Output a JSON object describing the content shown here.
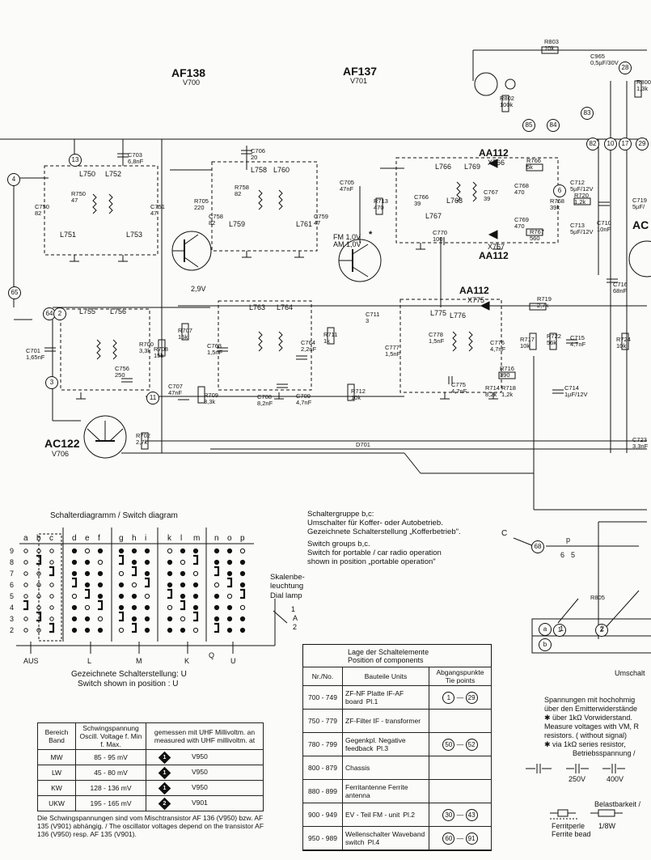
{
  "transistors": [
    {
      "type": "AF138",
      "ref": "V700"
    },
    {
      "type": "AF137",
      "ref": "V701"
    },
    {
      "type": "AC122",
      "ref": "V706"
    },
    {
      "type": "AC"
    }
  ],
  "transistor_notes": {
    "v700_voltage": "2,9V",
    "v701_voltage_fm": "FM 1,0V",
    "v701_voltage_am": "AM 1,0V",
    "v701_star": "*"
  },
  "diodes": [
    {
      "type": "AA112",
      "ref": "X766"
    },
    {
      "type": "AA112",
      "ref": "X767"
    },
    {
      "type": "AA112",
      "ref": "X775"
    }
  ],
  "coils": [
    "L750",
    "L752",
    "L751",
    "L753",
    "L758",
    "L760",
    "L759",
    "L761",
    "L755",
    "L756",
    "L763",
    "L764",
    "L766",
    "L769",
    "L768",
    "L767",
    "L775",
    "L776"
  ],
  "components": [
    {
      "ref": "C703",
      "value": "6,8nF"
    },
    {
      "ref": "C706",
      "value": "20"
    },
    {
      "ref": "C705",
      "value": "47nF"
    },
    {
      "ref": "C750",
      "value": "82"
    },
    {
      "ref": "C751",
      "value": "47"
    },
    {
      "ref": "R750",
      "value": "47"
    },
    {
      "ref": "R705",
      "value": "220"
    },
    {
      "ref": "C758",
      "value": "82"
    },
    {
      "ref": "R758",
      "value": "82"
    },
    {
      "ref": "C759",
      "value": "47"
    },
    {
      "ref": "R713",
      "value": "470"
    },
    {
      "ref": "C766",
      "value": "39"
    },
    {
      "ref": "C767",
      "value": "39"
    },
    {
      "ref": "C768",
      "value": "470"
    },
    {
      "ref": "C769",
      "value": "470"
    },
    {
      "ref": "C770",
      "value": "100"
    },
    {
      "ref": "R766",
      "value": "5k"
    },
    {
      "ref": "R768",
      "value": "39k"
    },
    {
      "ref": "R767",
      "value": "560"
    },
    {
      "ref": "R720",
      "value": "1,2k"
    },
    {
      "ref": "C712",
      "value": "5µF/12V"
    },
    {
      "ref": "C713",
      "value": "5µF/12V"
    },
    {
      "ref": "C710",
      "value": "10nF"
    },
    {
      "ref": "C719",
      "value": "5µF/"
    },
    {
      "ref": "C716",
      "value": "68nF"
    },
    {
      "ref": "C701",
      "value": "1,65nF"
    },
    {
      "ref": "C756",
      "value": "250"
    },
    {
      "ref": "R700",
      "value": "3,3k"
    },
    {
      "ref": "R708",
      "value": "15k"
    },
    {
      "ref": "R707",
      "value": "15k"
    },
    {
      "ref": "C707",
      "value": "47nF"
    },
    {
      "ref": "R709",
      "value": "3,3k"
    },
    {
      "ref": "C763",
      "value": "1,5nF"
    },
    {
      "ref": "C708",
      "value": "8,2nF"
    },
    {
      "ref": "C764",
      "value": "2,2nF"
    },
    {
      "ref": "C709",
      "value": "4,7nF"
    },
    {
      "ref": "R711",
      "value": "1k"
    },
    {
      "ref": "C711",
      "value": "3"
    },
    {
      "ref": "R712",
      "value": "10k"
    },
    {
      "ref": "C777",
      "value": "1,5nF"
    },
    {
      "ref": "C778",
      "value": "1,5nF"
    },
    {
      "ref": "C776",
      "value": "4,7nF"
    },
    {
      "ref": "C775",
      "value": "4,7nF"
    },
    {
      "ref": "R716",
      "value": "390"
    },
    {
      "ref": "R714",
      "value": "8,2k"
    },
    {
      "ref": "R718",
      "value": "1,2k"
    },
    {
      "ref": "R717",
      "value": "10k"
    },
    {
      "ref": "R719",
      "value": "2,7k"
    },
    {
      "ref": "R722",
      "value": "56k"
    },
    {
      "ref": "C715",
      "value": "4,7nF"
    },
    {
      "ref": "C714",
      "value": "1µF/12V"
    },
    {
      "ref": "R724",
      "value": "10k"
    },
    {
      "ref": "R702",
      "value": "2,7k"
    },
    {
      "ref": "D701",
      "value": ""
    },
    {
      "ref": "R803",
      "value": "10k"
    },
    {
      "ref": "C965",
      "value": "0,5µF/30V"
    },
    {
      "ref": "R802",
      "value": "100k"
    },
    {
      "ref": "R800",
      "value": "1,3k"
    },
    {
      "ref": "R805",
      "value": ""
    },
    {
      "ref": "C723",
      "value": "3,3nF"
    }
  ],
  "tie_points": [
    "4",
    "13",
    "65",
    "64",
    "2",
    "3",
    "11",
    "85",
    "84",
    "83",
    "82",
    "10",
    "17",
    "29",
    "28",
    "68",
    "6",
    "1",
    "2"
  ],
  "switch_diagram": {
    "title": "Schalterdiagramm / Switch diagram",
    "columns": [
      "a",
      "b",
      "c",
      "d",
      "e",
      "f",
      "g",
      "h",
      "i",
      "k",
      "l",
      "m",
      "n",
      "o",
      "p"
    ],
    "rows": [
      "9",
      "8",
      "7",
      "6",
      "5",
      "4",
      "3",
      "2"
    ],
    "bottom_labels": [
      "AUS",
      "L",
      "M",
      "K",
      "U",
      "Q"
    ],
    "position_note_de": "Gezeichnete Schalterstellung: U",
    "position_note_en": "Switch shown in position : U",
    "dial_lamp_de": "Skalenbe- leuchtung",
    "dial_lamp_en": "Dial lamp",
    "lamp_terminals": [
      "1",
      "A",
      "2"
    ]
  },
  "switch_group_note": [
    "Schaltergruppe b,c:",
    "Umschalter für Koffer- oder Autobetrieb.",
    "Gezeichnete Schalterstellung „Kofferbetrieb\".",
    "Switch groups b,c.",
    "Switch for portable / car radio operation",
    "shown in position „portable operation\""
  ],
  "osc_table": {
    "headers": [
      "Bereich Band",
      "Schwingspannung Oscill. Voltage f. Min    f. Max.",
      "gemessen mit UHF Millivoltm. an measured with UHF millivoltm. at"
    ],
    "rows": [
      {
        "band": "MW",
        "voltage": "85 - 95 mV",
        "num": "1",
        "at": "V950"
      },
      {
        "band": "LW",
        "voltage": "45 - 80 mV",
        "num": "1",
        "at": "V950"
      },
      {
        "band": "KW",
        "voltage": "128 - 136 mV",
        "num": "1",
        "at": "V950"
      },
      {
        "band": "UKW",
        "voltage": "195 - 165 mV",
        "num": "2",
        "at": "V901"
      }
    ],
    "footnote": "Die Schwingspannungen sind vom Mischtransistor AF 136 (V950) bzw. AF 135 (V901) abhängig. / The oscillator voltages depend on the transistor AF 136 (V950) resp. AF 135 (V901)."
  },
  "position_table": {
    "title_de": "Lage der Schaltelemente",
    "title_en": "Position of components",
    "headers": [
      "Nr./No.",
      "Bauteile Units",
      "Abgangspunkte Tie points"
    ],
    "rows": [
      {
        "no": "700 - 749",
        "unit": "ZF-NF Platte IF-AF board",
        "pl": "Pl.1",
        "tp": [
          "1",
          "29"
        ]
      },
      {
        "no": "750 - 779",
        "unit": "ZF-Filter IF - transformer",
        "pl": "",
        "tp": []
      },
      {
        "no": "780 - 799",
        "unit": "Gegenkpl. Negative feedback",
        "pl": "Pl.3",
        "tp": [
          "50",
          "52"
        ]
      },
      {
        "no": "800 - 879",
        "unit": "Chassis",
        "pl": "",
        "tp": []
      },
      {
        "no": "880 - 899",
        "unit": "Ferritantenne Ferrite antenna",
        "pl": "",
        "tp": []
      },
      {
        "no": "900 - 949",
        "unit": "EV - Teil FM - unit",
        "pl": "Pl.2",
        "tp": [
          "30",
          "43"
        ]
      },
      {
        "no": "950 - 989",
        "unit": "Wellenschalter Waveband switch",
        "pl": "Pl.4",
        "tp": [
          "60",
          "91"
        ]
      }
    ]
  },
  "right_notes": [
    "Spannungen mit hochohmig",
    "über den Emitterwiderstände",
    "✱ über 1kΩ Vorwiderstand.",
    "Measure voltages with VM, R",
    "resistors. ( without signal)",
    "✱ via 1kΩ series resistor,"
  ],
  "legend": {
    "operating_voltage": "Betriebsspannung /",
    "v250": "250V",
    "v400": "400V",
    "load": "Belastbarkeit /",
    "ferrite_de": "Ferritperle",
    "ferrite_en": "Ferrite bead",
    "w18": "1/8W",
    "umschalt": "Umschalt"
  },
  "connector_labels": [
    "C",
    "p",
    "6",
    "5",
    "a",
    "b",
    "1",
    "2"
  ]
}
